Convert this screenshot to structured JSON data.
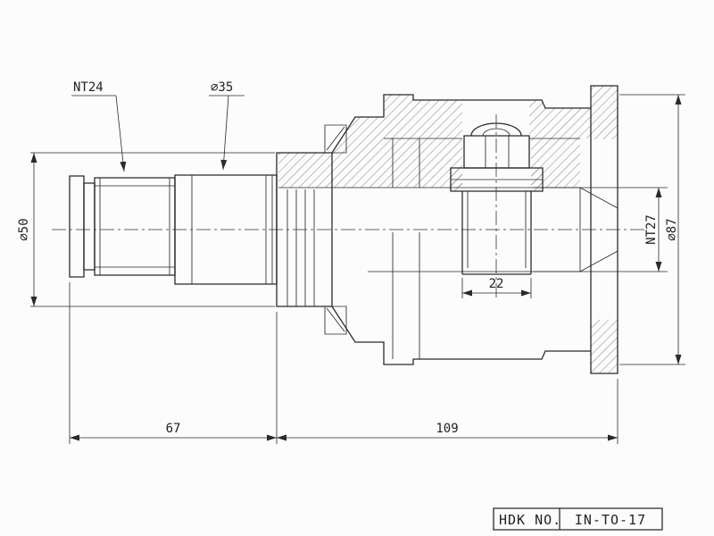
{
  "drawing": {
    "annotations": {
      "spline_left": "NT24",
      "shaft_diameter": "⌀35",
      "boot_groove_diameter": "⌀50",
      "spline_right": "NT27",
      "housing_diameter": "⌀87",
      "hole_width": "22",
      "shaft_length": "67",
      "housing_length": "109"
    },
    "title_block": {
      "label": "HDK NO.",
      "part_number": "IN-TO-17"
    },
    "colors": {
      "line": "#2a2a2a",
      "background": "#ffffff"
    }
  }
}
